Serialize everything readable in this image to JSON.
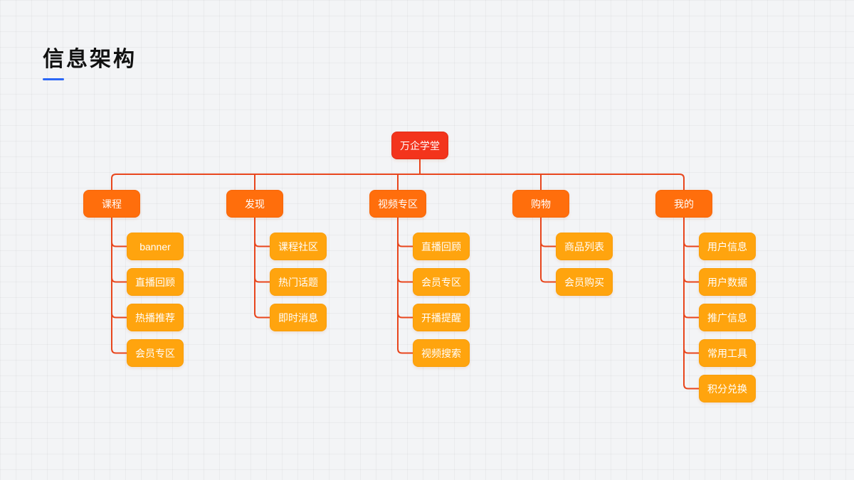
{
  "title": "信息架构",
  "colors": {
    "accent": "#2b67f6",
    "line": "#e8461d",
    "root": "#f3341c",
    "level2": "#ff6e0c",
    "level3": "#ffa40e"
  },
  "root": {
    "label": "万企学堂",
    "children": [
      {
        "label": "课程",
        "children": [
          {
            "label": "banner"
          },
          {
            "label": "直播回顾"
          },
          {
            "label": "热播推荐"
          },
          {
            "label": "会员专区"
          }
        ]
      },
      {
        "label": "发现",
        "children": [
          {
            "label": "课程社区"
          },
          {
            "label": "热门话题"
          },
          {
            "label": "即时消息"
          }
        ]
      },
      {
        "label": "视频专区",
        "children": [
          {
            "label": "直播回顾"
          },
          {
            "label": "会员专区"
          },
          {
            "label": "开播提醒"
          },
          {
            "label": "视频搜索"
          }
        ]
      },
      {
        "label": "购物",
        "children": [
          {
            "label": "商品列表"
          },
          {
            "label": "会员购买"
          }
        ]
      },
      {
        "label": "我的",
        "children": [
          {
            "label": "用户信息"
          },
          {
            "label": "用户数据"
          },
          {
            "label": "推广信息"
          },
          {
            "label": "常用工具"
          },
          {
            "label": "积分兑换"
          }
        ]
      }
    ]
  }
}
